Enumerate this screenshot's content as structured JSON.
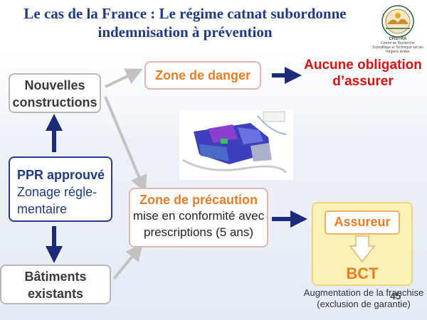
{
  "title": {
    "line1": "Le cas de la France : Le régime catnat subordonne",
    "line2": "indemnisation à prévention"
  },
  "logo": {
    "name": "CRSTRA",
    "subtitle": "Centre de Recherche Scientifique et Technique sur les Régions Arides"
  },
  "left": {
    "new_constructions": {
      "line1": "Nouvelles",
      "line2": "constructions"
    },
    "ppr": {
      "title": "PPR approuvé",
      "line1": "Zonage régle-",
      "line2": "mentaire"
    },
    "existing": {
      "line1": "Bâtiments",
      "line2": "existants"
    }
  },
  "zones": {
    "danger": "Zone de danger",
    "precaution": {
      "title": "Zone de précaution",
      "line1": "mise en conformité avec",
      "line2": "prescriptions (5 ans)"
    }
  },
  "right": {
    "no_obligation": {
      "line1": "Aucune obligation",
      "line2": "d’assurer"
    },
    "assureur": "Assureur",
    "bct": "BCT",
    "franchise": {
      "line1": "Augmentation de la franchise",
      "line2": "(exclusion de garantie)"
    }
  },
  "page_number": "45",
  "colors": {
    "title": "#1f3a8a",
    "orange": "#ee7b22",
    "red": "#dd1111",
    "navy": "#1c2a7a",
    "gray_arrow": "#c2c2c2",
    "bct_panel": "#fbf2b8"
  }
}
